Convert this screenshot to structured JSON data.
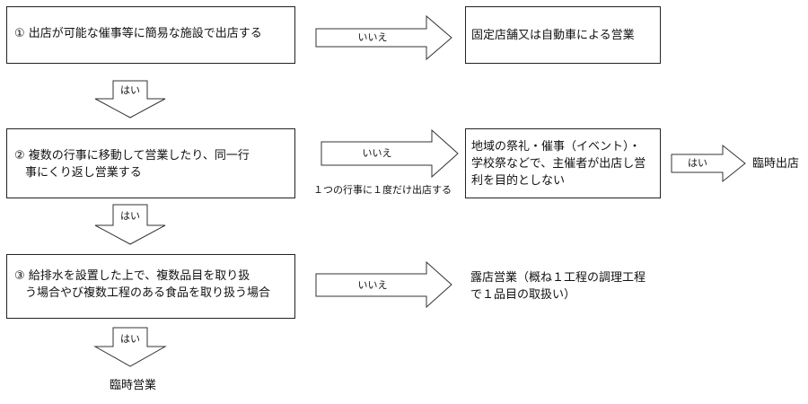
{
  "q1": {
    "text": "① 出店が可能な催事等に簡易な施設で出店する"
  },
  "q2": {
    "line1": "② 複数の行事に移動して営業したり、同一行",
    "line2": "事にくり返し営業する"
  },
  "q3": {
    "line1": "③ 給排水を設置した上で、複数品目を取り扱",
    "line2": "う場合やび複数工程のある食品を取り扱う場合"
  },
  "r1": {
    "text": "固定店舗又は自動車による営業"
  },
  "r2": {
    "line1": "地域の祭礼・催事（イベント）・",
    "line2": "学校祭などで、主催者が出店し営",
    "line3": "利を目的としない"
  },
  "r2_yes": {
    "text": "臨時出店"
  },
  "r3": {
    "line1": "露店営業（概ね１工程の調理工程",
    "line2": "で１品目の取扱い）"
  },
  "final": {
    "text": "臨時営業"
  },
  "labels": {
    "no": "いいえ",
    "yes": "はい"
  },
  "note": "１つの行事に１度だけ出店する"
}
